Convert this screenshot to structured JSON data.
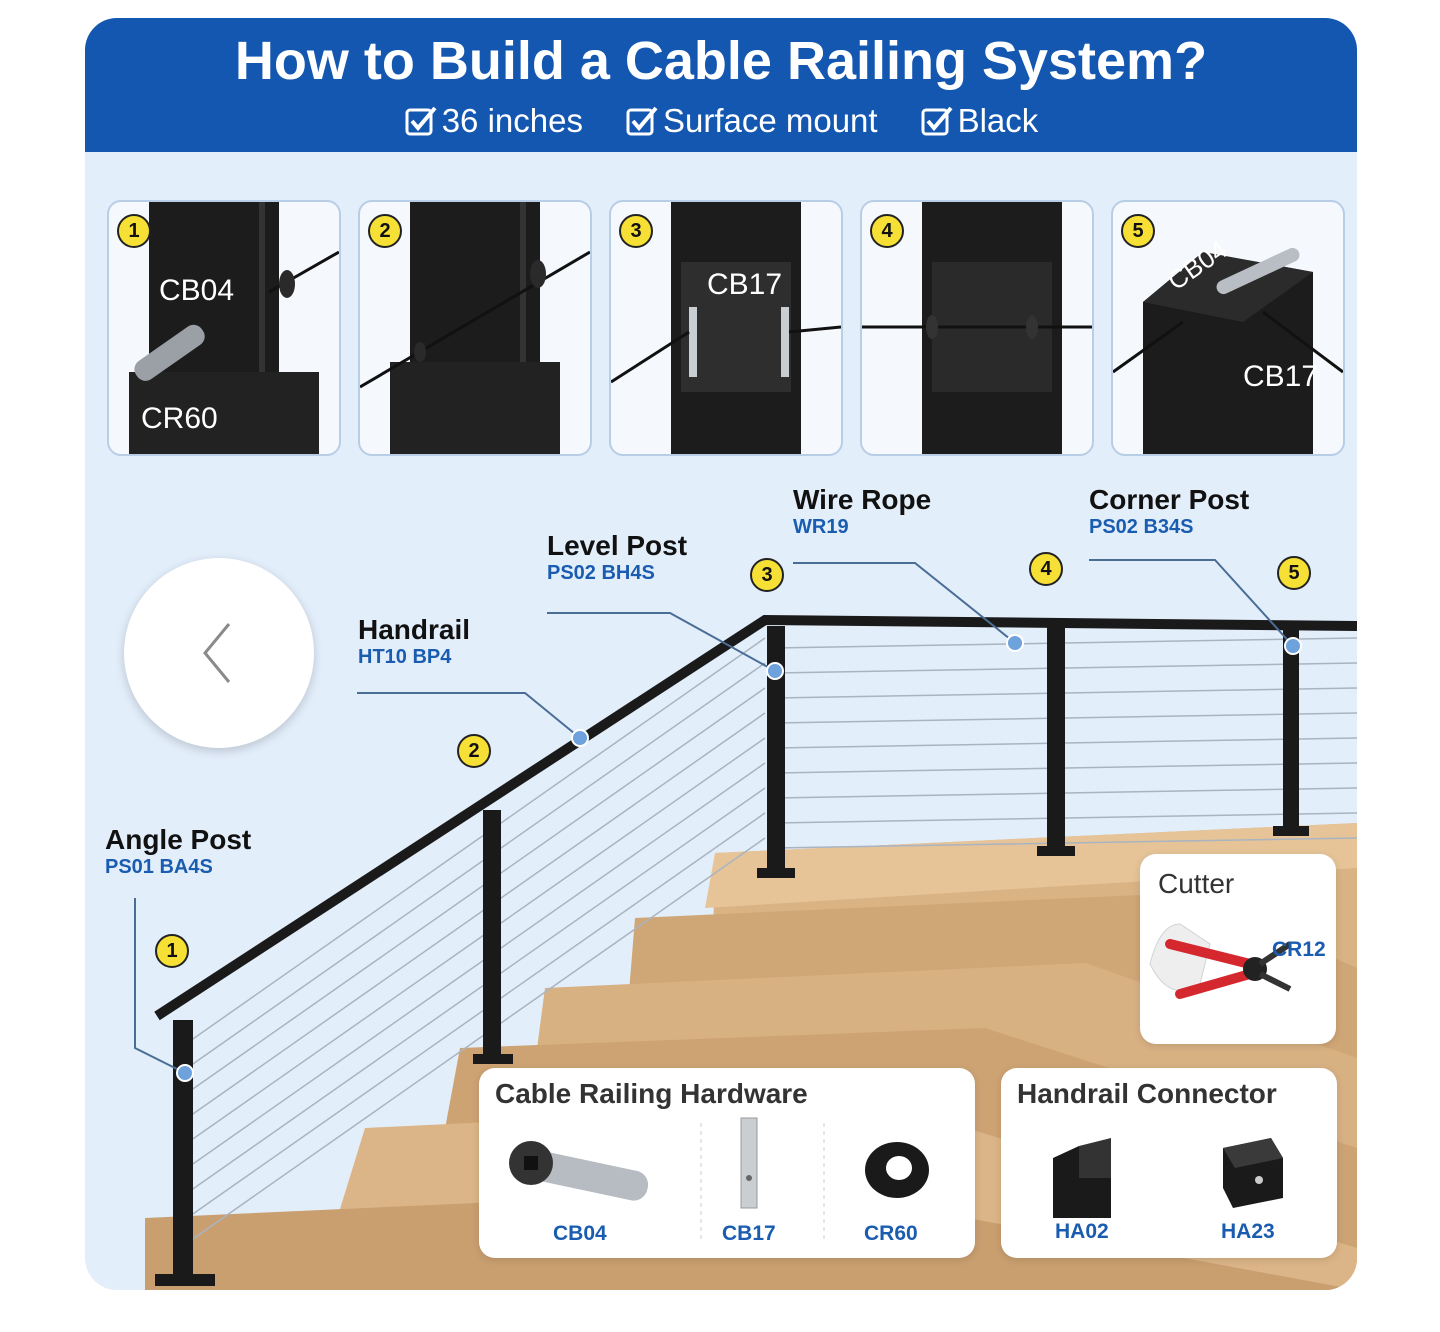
{
  "header": {
    "title": "How to Build a Cable Railing System?",
    "options": [
      "36 inches",
      "Surface mount",
      "Black"
    ]
  },
  "steps": [
    {
      "number": "1",
      "labels": [
        "CB04",
        "CR60"
      ]
    },
    {
      "number": "2",
      "labels": []
    },
    {
      "number": "3",
      "labels": [
        "CB17"
      ]
    },
    {
      "number": "4",
      "labels": []
    },
    {
      "number": "5",
      "labels": [
        "CB04",
        "CB17"
      ]
    }
  ],
  "callouts": {
    "angle_post": {
      "name": "Angle Post",
      "code": "PS01 BA4S"
    },
    "handrail": {
      "name": "Handrail",
      "code": "HT10 BP4"
    },
    "level_post": {
      "name": "Level Post",
      "code": "PS02 BH4S"
    },
    "wire_rope": {
      "name": "Wire Rope",
      "code": "WR19"
    },
    "corner_post": {
      "name": "Corner Post",
      "code": "PS02 B34S"
    }
  },
  "markers": [
    "1",
    "2",
    "3",
    "4",
    "5"
  ],
  "cutter": {
    "title": "Cutter",
    "code": "CR12"
  },
  "hardware": {
    "title": "Cable Railing Hardware",
    "items": [
      "CB04",
      "CB17",
      "CR60"
    ]
  },
  "connector": {
    "title": "Handrail Connector",
    "items": [
      "HA02",
      "HA23"
    ]
  },
  "colors": {
    "header_blue": "#1457b1",
    "accent_blue": "#1a5cb0",
    "marker_yellow": "#f6e035",
    "background": "#e3eefb",
    "wood": "#d9b384"
  },
  "icons": {
    "back": "chevron-left-icon",
    "check": "checkbox-checked-icon"
  }
}
